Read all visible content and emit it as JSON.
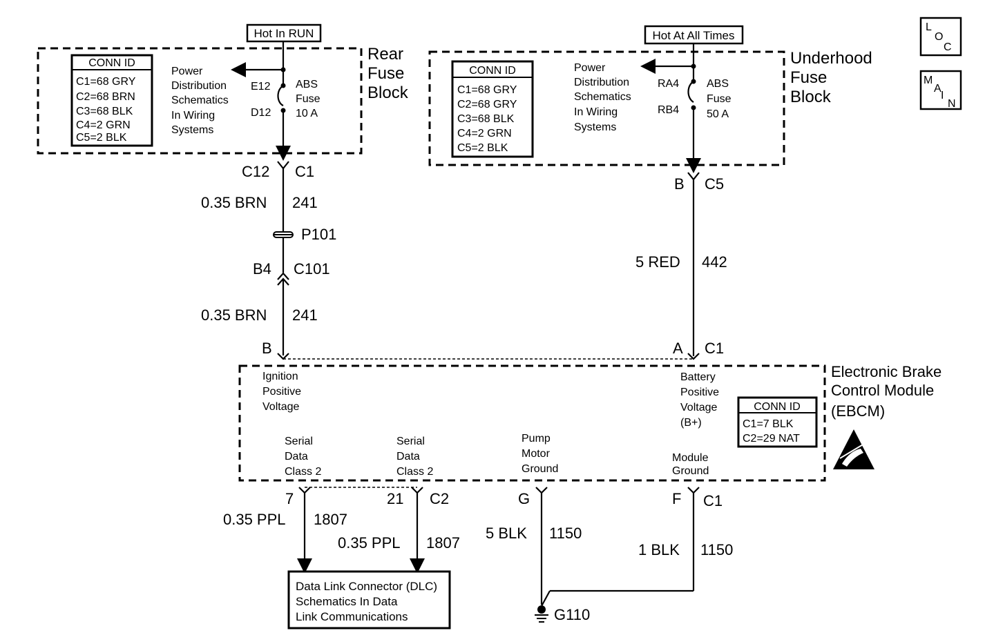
{
  "nav_boxes": {
    "loc": [
      "L",
      "O",
      "C"
    ],
    "main": [
      "M",
      "A",
      "I",
      "N"
    ]
  },
  "power_labels": {
    "hot_in_run": "Hot In RUN",
    "hot_at_all_times": "Hot At All Times"
  },
  "rear_fuse_block": {
    "title": [
      "Rear",
      "Fuse",
      "Block"
    ],
    "conn_id_title": "CONN ID",
    "conn_ids": [
      "C1=68 GRY",
      "C2=68 BRN",
      "C3=68 BLK",
      "C4=2 GRN",
      "C5=2 BLK"
    ],
    "power_dist": [
      "Power",
      "Distribution",
      "Schematics",
      "In Wiring",
      "Systems"
    ],
    "fuse_top": "E12",
    "fuse_bottom": "D12",
    "fuse_label": [
      "ABS",
      "Fuse",
      "10 A"
    ]
  },
  "underhood_fuse_block": {
    "title": [
      "Underhood",
      "Fuse",
      "Block"
    ],
    "conn_id_title": "CONN ID",
    "conn_ids": [
      "C1=68 GRY",
      "C2=68 GRY",
      "C3=68 BLK",
      "C4=2 GRN",
      "C5=2 BLK"
    ],
    "power_dist": [
      "Power",
      "Distribution",
      "Schematics",
      "In Wiring",
      "Systems"
    ],
    "fuse_top": "RA4",
    "fuse_bottom": "RB4",
    "fuse_label": [
      "ABS",
      "Fuse",
      "50 A"
    ]
  },
  "left_circuit": {
    "conn_top_pin": "C12",
    "conn_top_id": "C1",
    "wire1_gauge": "0.35 BRN",
    "wire1_circuit": "241",
    "splice": "P101",
    "conn_mid_pin": "B4",
    "conn_mid_id": "C101",
    "wire2_gauge": "0.35 BRN",
    "wire2_circuit": "241",
    "ebcm_pin": "B"
  },
  "right_circuit": {
    "conn_top_pin": "B",
    "conn_top_id": "C5",
    "wire_gauge": "5 RED",
    "wire_circuit": "442",
    "ebcm_pin": "A",
    "ebcm_conn": "C1"
  },
  "ebcm": {
    "title": [
      "Electronic Brake",
      "Control Module",
      "(EBCM)"
    ],
    "conn_id_title": "CONN ID",
    "conn_ids": [
      "C1=7 BLK",
      "C2=29 NAT"
    ],
    "ignition": [
      "Ignition",
      "Positive",
      "Voltage"
    ],
    "battery": [
      "Battery",
      "Positive",
      "Voltage",
      "(B+)"
    ],
    "serial1": [
      "Serial",
      "Data",
      "Class 2"
    ],
    "serial2": [
      "Serial",
      "Data",
      "Class 2"
    ],
    "pump": [
      "Pump",
      "Motor",
      "Ground"
    ],
    "module_ground": [
      "Module",
      "Ground"
    ]
  },
  "bottom": {
    "pin7": "7",
    "pin21": "21",
    "c2": "C2",
    "pinG": "G",
    "pinF": "F",
    "c1": "C1",
    "w1_gauge": "0.35 PPL",
    "w1_circuit": "1807",
    "w2_gauge": "0.35 PPL",
    "w2_circuit": "1807",
    "w3_gauge": "5 BLK",
    "w3_circuit": "1150",
    "w4_gauge": "1 BLK",
    "w4_circuit": "1150",
    "dlc": [
      "Data Link Connector (DLC)",
      "Schematics In Data",
      "Link Communications"
    ],
    "ground": "G110"
  }
}
